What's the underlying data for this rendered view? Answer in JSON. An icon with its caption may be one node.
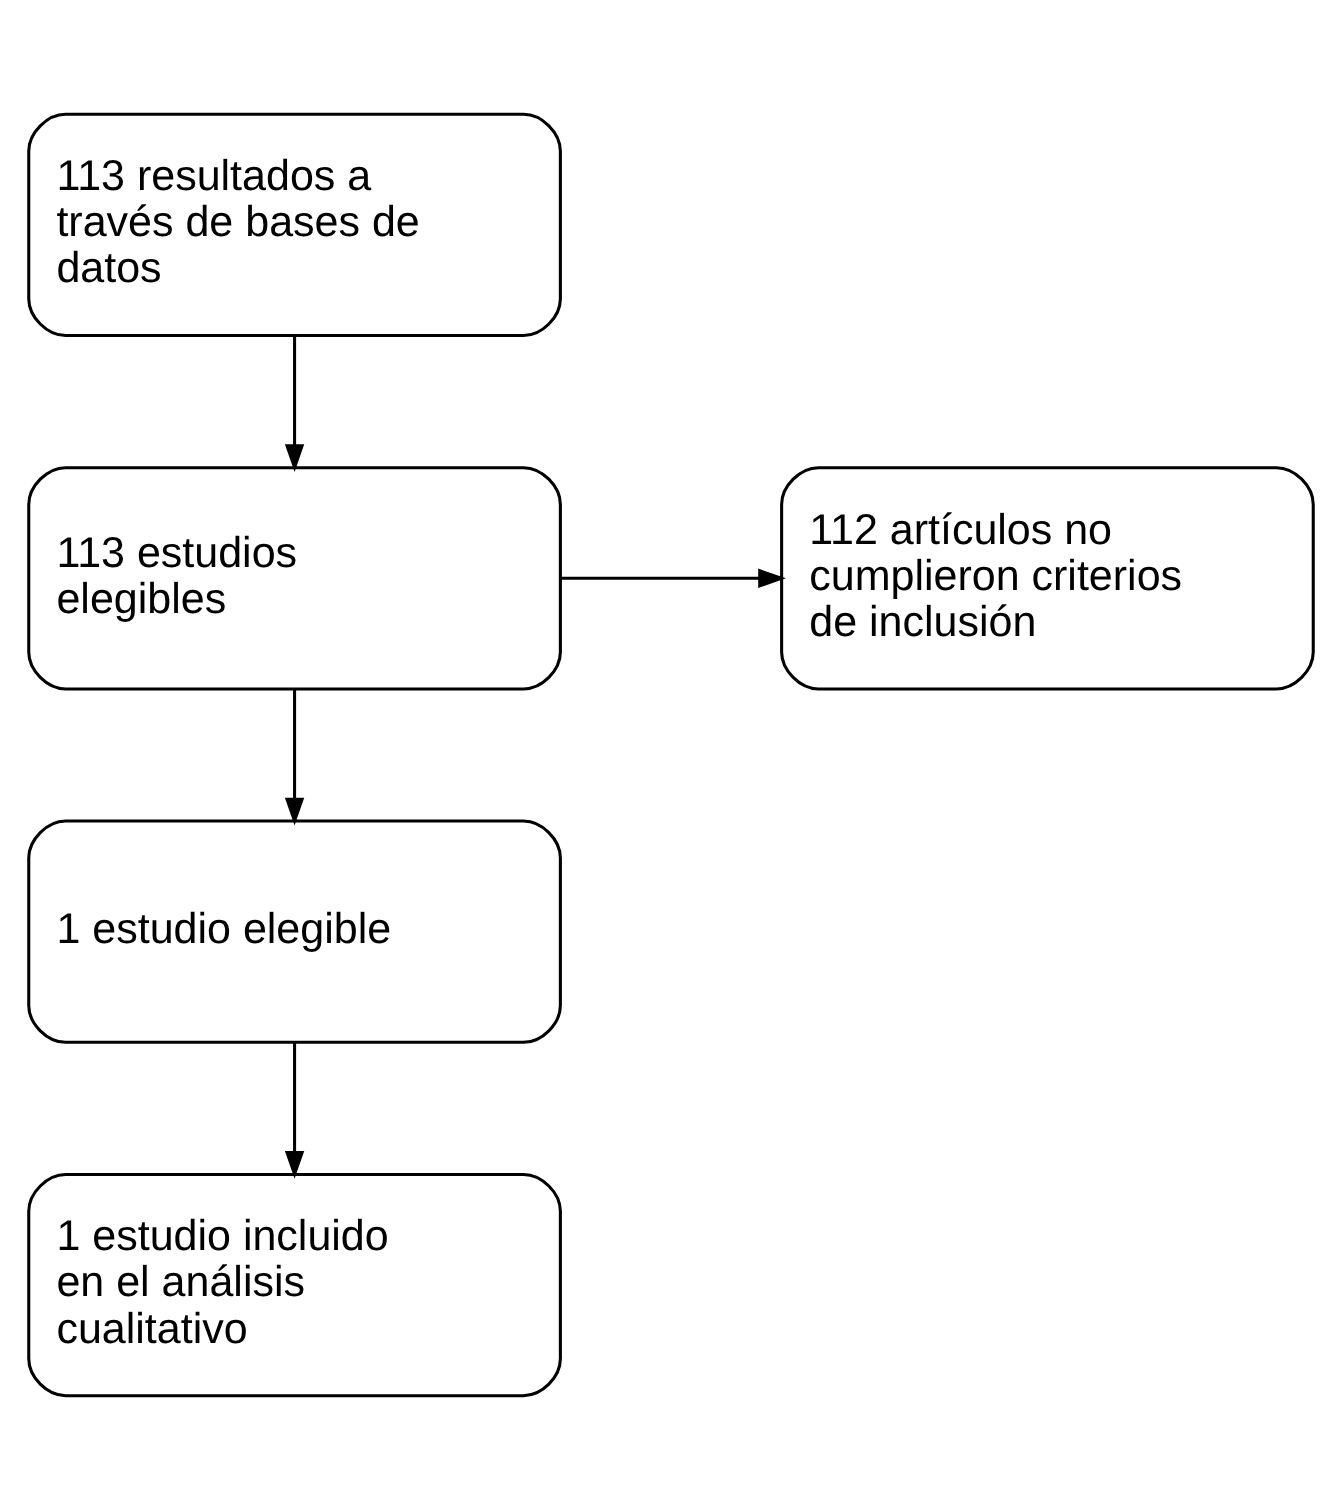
{
  "diagram": {
    "nodes": [
      {
        "text": [
          "113 resultados a través de bases de datos"
        ]
      },
      {
        "text": [
          "113 estudios elegibles"
        ]
      },
      {
        "text": [
          "112 artículos no cumplieron criterios de inclusión"
        ]
      },
      {
        "text": [
          "1 estudio elegible"
        ]
      },
      {
        "text": [
          "1 estudio incluido en el análisis cualitativo"
        ]
      }
    ],
    "edges": [
      {
        "from": 0,
        "to": 1,
        "arrow": "to"
      },
      {
        "from": 1,
        "to": 2,
        "arrow": "to"
      },
      {
        "from": 1,
        "to": 3,
        "arrow": "to"
      },
      {
        "from": 3,
        "to": 4,
        "arrow": "to"
      }
    ]
  }
}
